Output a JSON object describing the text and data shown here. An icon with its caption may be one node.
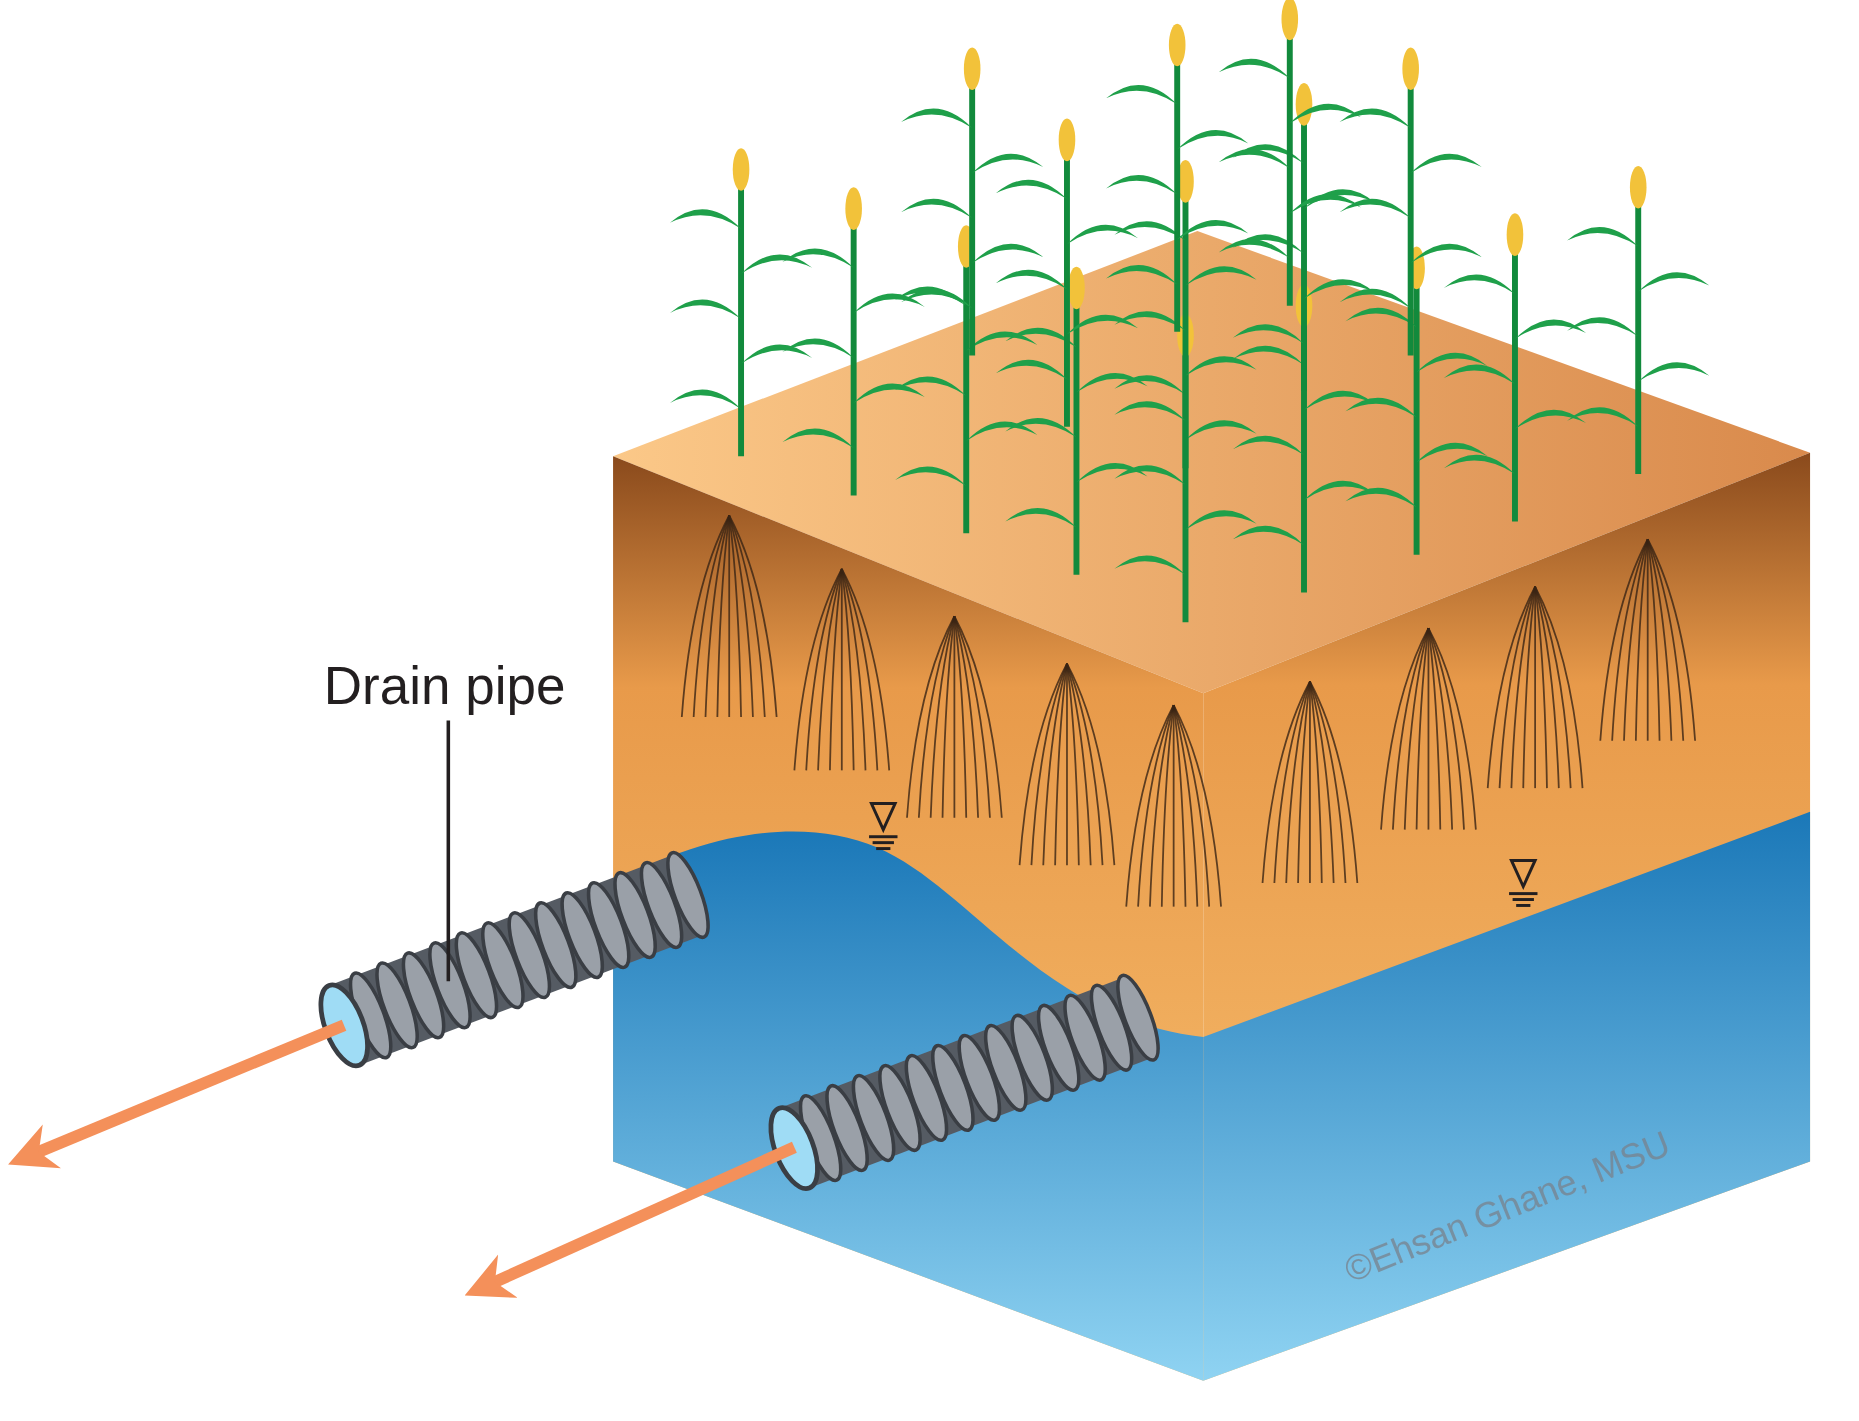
{
  "diagram": {
    "nodes": [
      {
        "text": [
          "Drain pipe"
        ]
      },
      {
        "text": [],
        "shape": "picture"
      },
      {
        "text": [],
        "shape": "picture"
      }
    ],
    "edges": [
      {
        "from": 0,
        "to": 1,
        "arrow": "none",
        "color": "#231f20"
      },
      {
        "from": 1,
        "to": null,
        "arrow": "to"
      },
      {
        "from": 2,
        "to": null,
        "arrow": "to"
      }
    ],
    "labels": [
      "©Ehsan Ghane, MSU"
    ]
  }
}
